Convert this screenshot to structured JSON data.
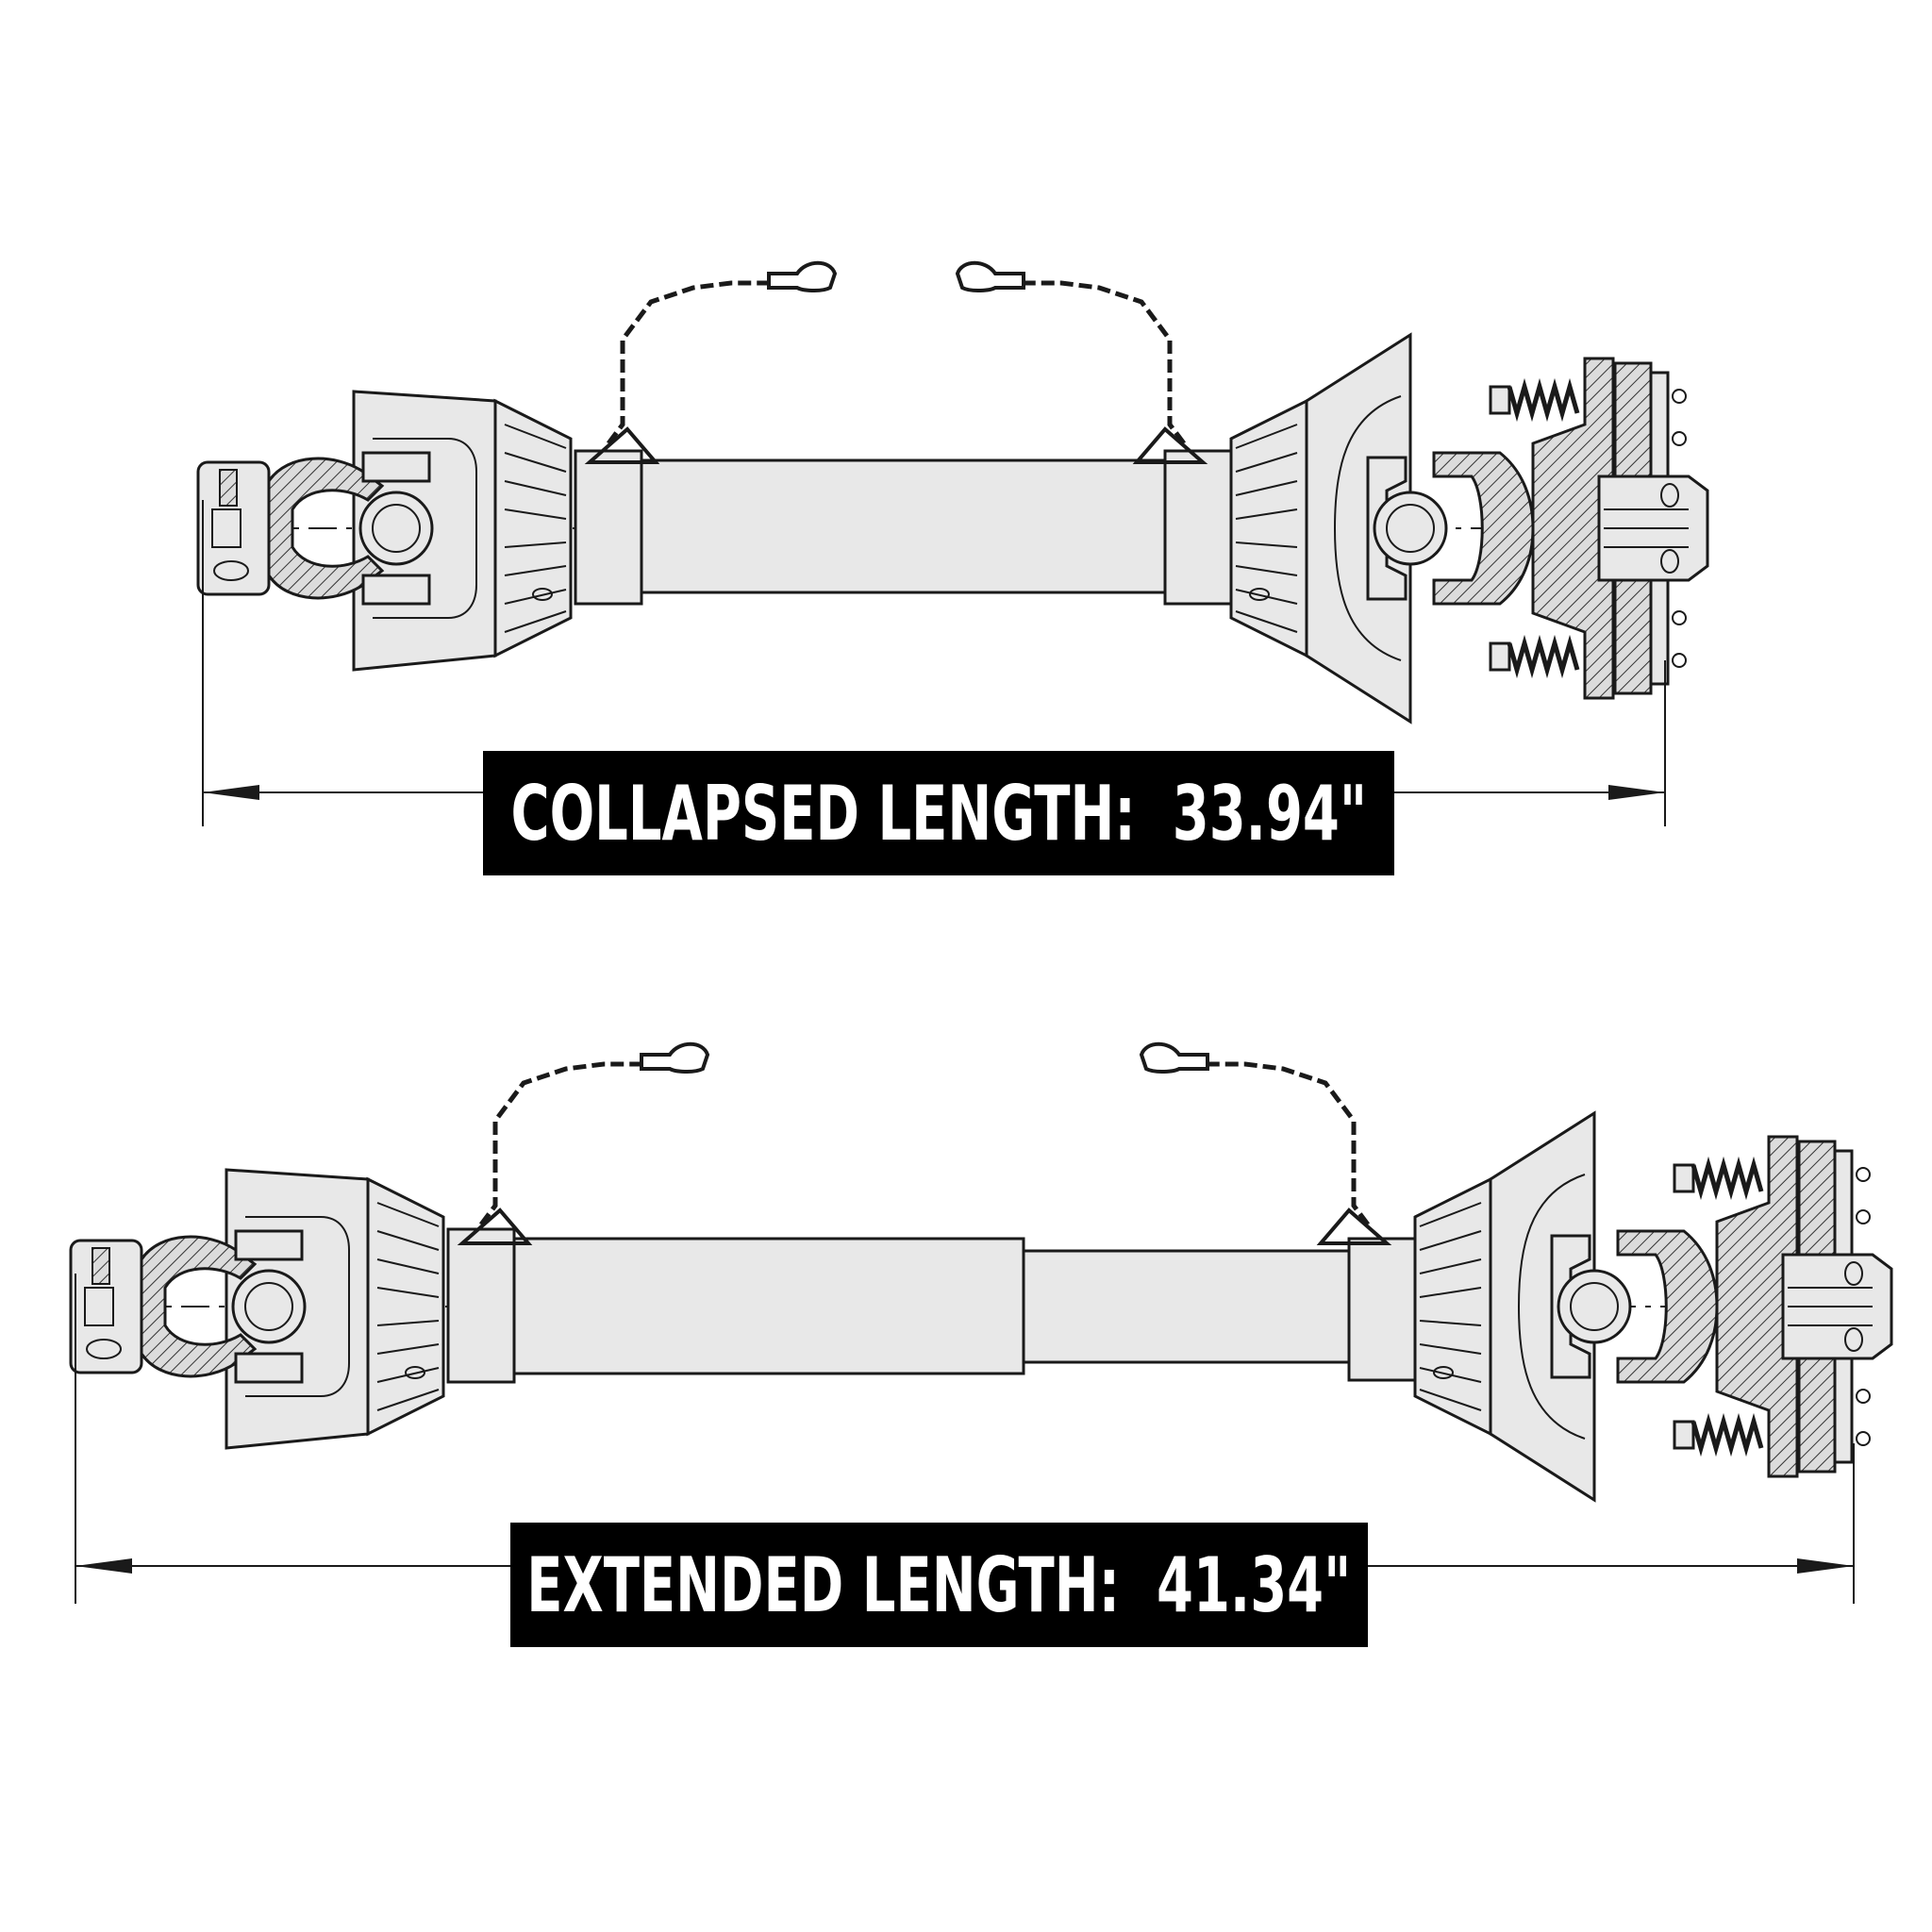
{
  "collapsed": {
    "label": "COLLAPSED LENGTH:",
    "value": "33.94\""
  },
  "extended": {
    "label": "EXTENDED LENGTH:",
    "value": "41.34\""
  },
  "colors": {
    "line": "#1a1a1a",
    "fill": "#e8e8e8",
    "label_bg": "#000000",
    "label_text": "#ffffff"
  }
}
